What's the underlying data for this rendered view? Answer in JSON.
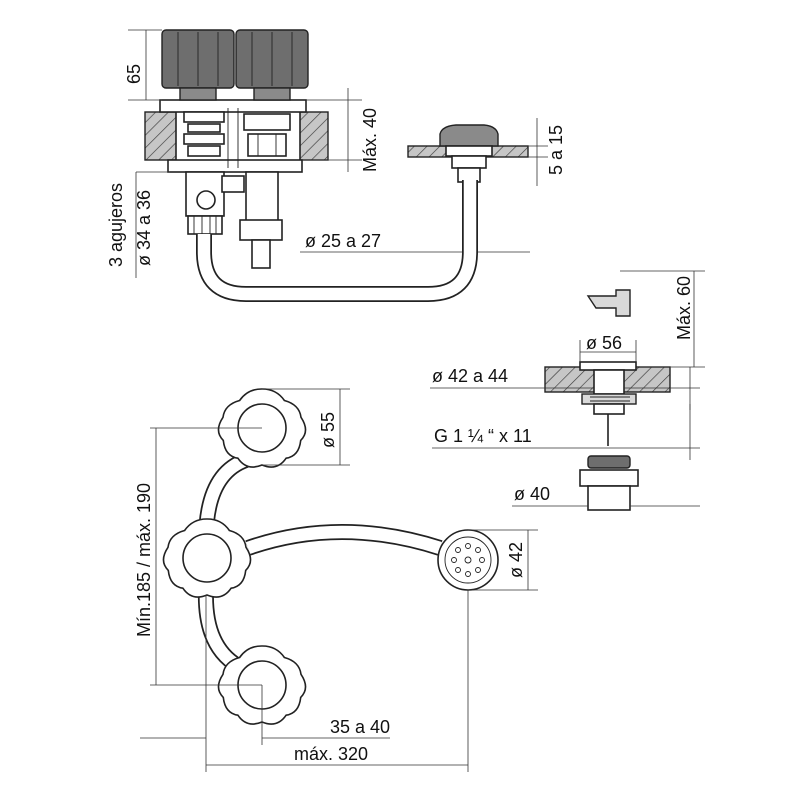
{
  "labels": {
    "handle_height": "65",
    "deck_thickness_max": "Máx. 40",
    "spout_deck_range": "5 a 15",
    "holes_count": "3 agujeros",
    "holes_diameter": "ø 34 a 36",
    "pipe_diameter": "ø 25 a 27",
    "drain_height_max": "Máx. 60",
    "drain_flange_diameter": "ø 56",
    "drain_hole_diameter": "ø 42 a 44",
    "drain_thread": "G 1 ¼ “ x 11",
    "drain_nut_diameter": "ø 40",
    "handle_diameter": "ø 55",
    "handle_spacing": "Mín.185 / máx. 190",
    "spout_diameter": "ø 42",
    "spout_offset": "35 a 40",
    "total_length_max": "máx. 320"
  }
}
